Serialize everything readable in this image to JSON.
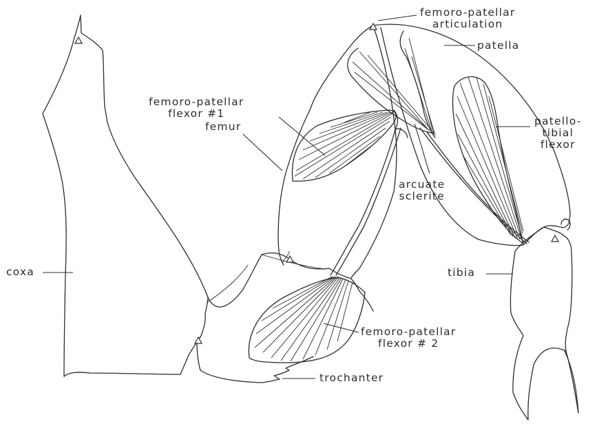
{
  "labels": {
    "fp_articulation_1": "femoro-patellar",
    "fp_articulation_2": "articulation",
    "patella": "patella",
    "fp_flexor1_1": "femoro-patellar",
    "fp_flexor1_2": "flexor #1",
    "pt_flexor_1": "patello-",
    "pt_flexor_2": "tibial",
    "pt_flexor_3": "flexor",
    "femur": "femur",
    "arcuate_1": "arcuate",
    "arcuate_2": "sclerite",
    "coxa": "coxa",
    "tibia": "tibia",
    "fp_flexor2_1": "femoro-patellar",
    "fp_flexor2_2": "flexor # 2",
    "trochanter": "trochanter"
  }
}
